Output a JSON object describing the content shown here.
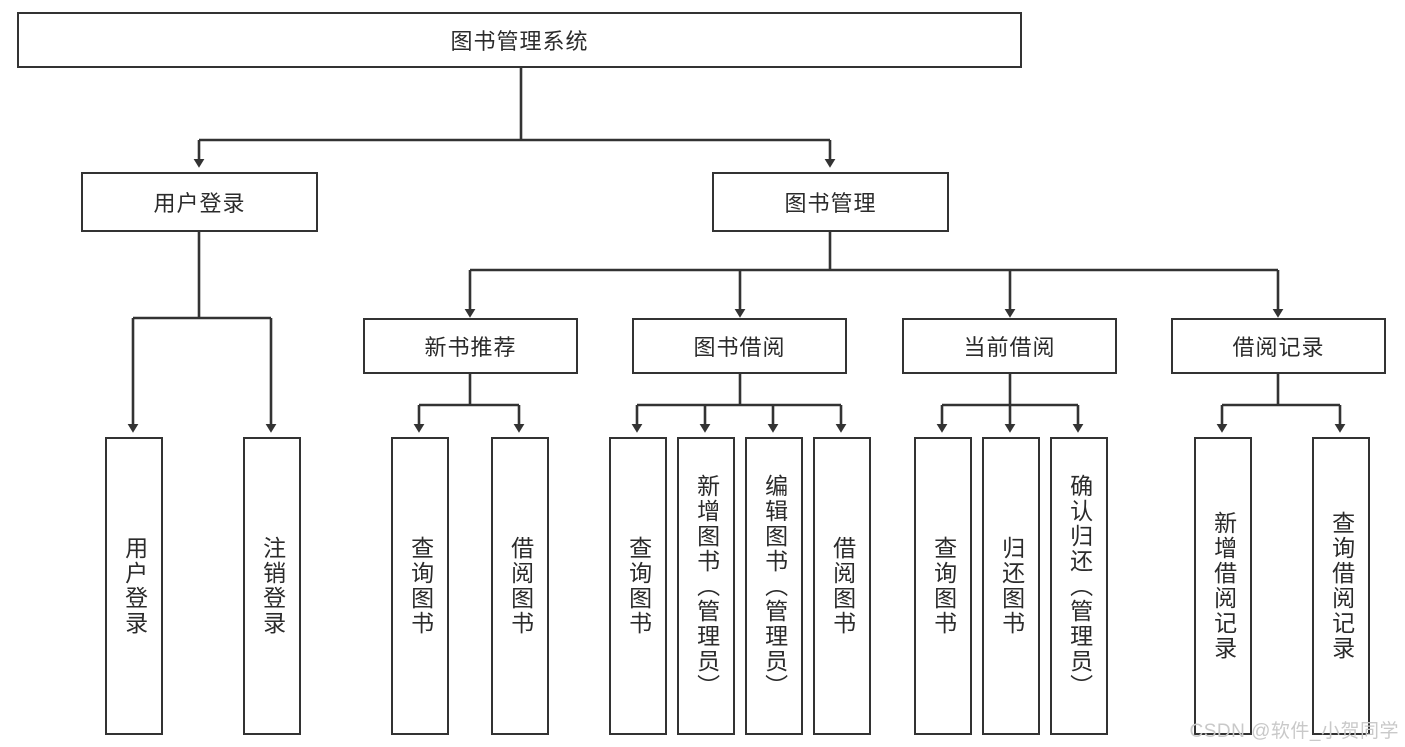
{
  "diagram": {
    "title": "图书管理系统",
    "type": "tree-hierarchy-diagram",
    "watermark": "CSDN @软件_小贺同学",
    "root": {
      "id": "root",
      "label": "图书管理系统"
    },
    "level2": [
      {
        "id": "user-login",
        "label": "用户登录"
      },
      {
        "id": "book-management",
        "label": "图书管理"
      }
    ],
    "level3": [
      {
        "id": "new-book-recommend",
        "label": "新书推荐",
        "parent": "book-management"
      },
      {
        "id": "book-borrow",
        "label": "图书借阅",
        "parent": "book-management"
      },
      {
        "id": "current-borrow",
        "label": "当前借阅",
        "parent": "book-management"
      },
      {
        "id": "borrow-record",
        "label": "借阅记录",
        "parent": "book-management"
      }
    ],
    "leaves": [
      {
        "id": "leaf-user-login",
        "label": "用户登录",
        "parent": "user-login"
      },
      {
        "id": "leaf-logout",
        "label": "注销登录",
        "parent": "user-login"
      },
      {
        "id": "leaf-query-book-1",
        "label": "查询图书",
        "parent": "new-book-recommend"
      },
      {
        "id": "leaf-borrow-book-1",
        "label": "借阅图书",
        "parent": "new-book-recommend"
      },
      {
        "id": "leaf-query-book-2",
        "label": "查询图书",
        "parent": "book-borrow"
      },
      {
        "id": "leaf-add-book",
        "label": "新增图书（管理员）",
        "parent": "book-borrow"
      },
      {
        "id": "leaf-edit-book",
        "label": "编辑图书（管理员）",
        "parent": "book-borrow"
      },
      {
        "id": "leaf-borrow-book-2",
        "label": "借阅图书",
        "parent": "book-borrow"
      },
      {
        "id": "leaf-query-book-3",
        "label": "查询图书",
        "parent": "current-borrow"
      },
      {
        "id": "leaf-return-book",
        "label": "归还图书",
        "parent": "current-borrow"
      },
      {
        "id": "leaf-confirm-return",
        "label": "确认归还（管理员）",
        "parent": "current-borrow"
      },
      {
        "id": "leaf-add-record",
        "label": "新增借阅记录",
        "parent": "borrow-record"
      },
      {
        "id": "leaf-query-record",
        "label": "查询借阅记录",
        "parent": "borrow-record"
      }
    ],
    "colors": {
      "stroke": "#333333",
      "background": "#ffffff",
      "text": "#2b2b2b",
      "watermark": "#c9c9c9"
    }
  }
}
